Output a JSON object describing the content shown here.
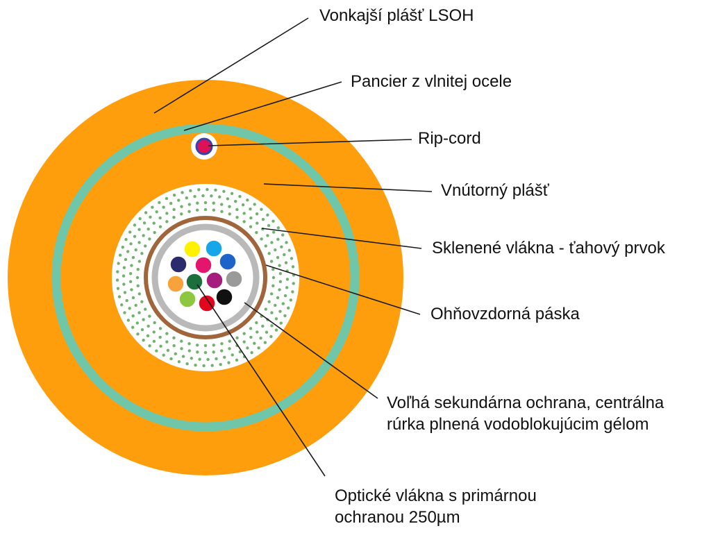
{
  "labels": {
    "outer_jacket": "Vonkajší plášť LSOH",
    "armor": "Pancier z vlnitej ocele",
    "rip_cord": "Rip-cord",
    "inner_jacket": "Vnútorný plášť",
    "glass_strength": "Sklenené vlákna - ťahový prvok",
    "fire_tape": "Ohňovzdorná páska",
    "loose_tube_line1": "Voľhá sekundárna ochrana, centrálna",
    "loose_tube_line2": "rúrka plnená vodoblokujúcim gélom",
    "fibers_line1": "Optické vlákna s primárnou",
    "fibers_line2": "ochranou 250µm"
  },
  "colors": {
    "outer_jacket": "#FF9E0D",
    "armor_ring": "#6FC6A9",
    "white_core": "#FFFFFF",
    "strength_dots": "#6FB26B",
    "fire_tape": "#A0653B",
    "tube": "#B9B9B9",
    "gel": "#FFFFFF",
    "leader_line": "#1A1A1A",
    "rip_cord_ring": "#3344AA",
    "rip_cord_core": "#DD1155"
  },
  "fibers": [
    {
      "id": "yellow",
      "color": "#FFF200"
    },
    {
      "id": "blue",
      "color": "#17A6E8"
    },
    {
      "id": "navy",
      "color": "#2B2C6E"
    },
    {
      "id": "pink",
      "color": "#E4156D"
    },
    {
      "id": "royal-blue",
      "color": "#1E63C8"
    },
    {
      "id": "orange",
      "color": "#F7A23A"
    },
    {
      "id": "green",
      "color": "#1A6F3D"
    },
    {
      "id": "violet",
      "color": "#A61E7D"
    },
    {
      "id": "gray",
      "color": "#9A9A9A"
    },
    {
      "id": "lime",
      "color": "#8DC63F"
    },
    {
      "id": "red",
      "color": "#E3051B"
    },
    {
      "id": "black",
      "color": "#111111"
    }
  ]
}
